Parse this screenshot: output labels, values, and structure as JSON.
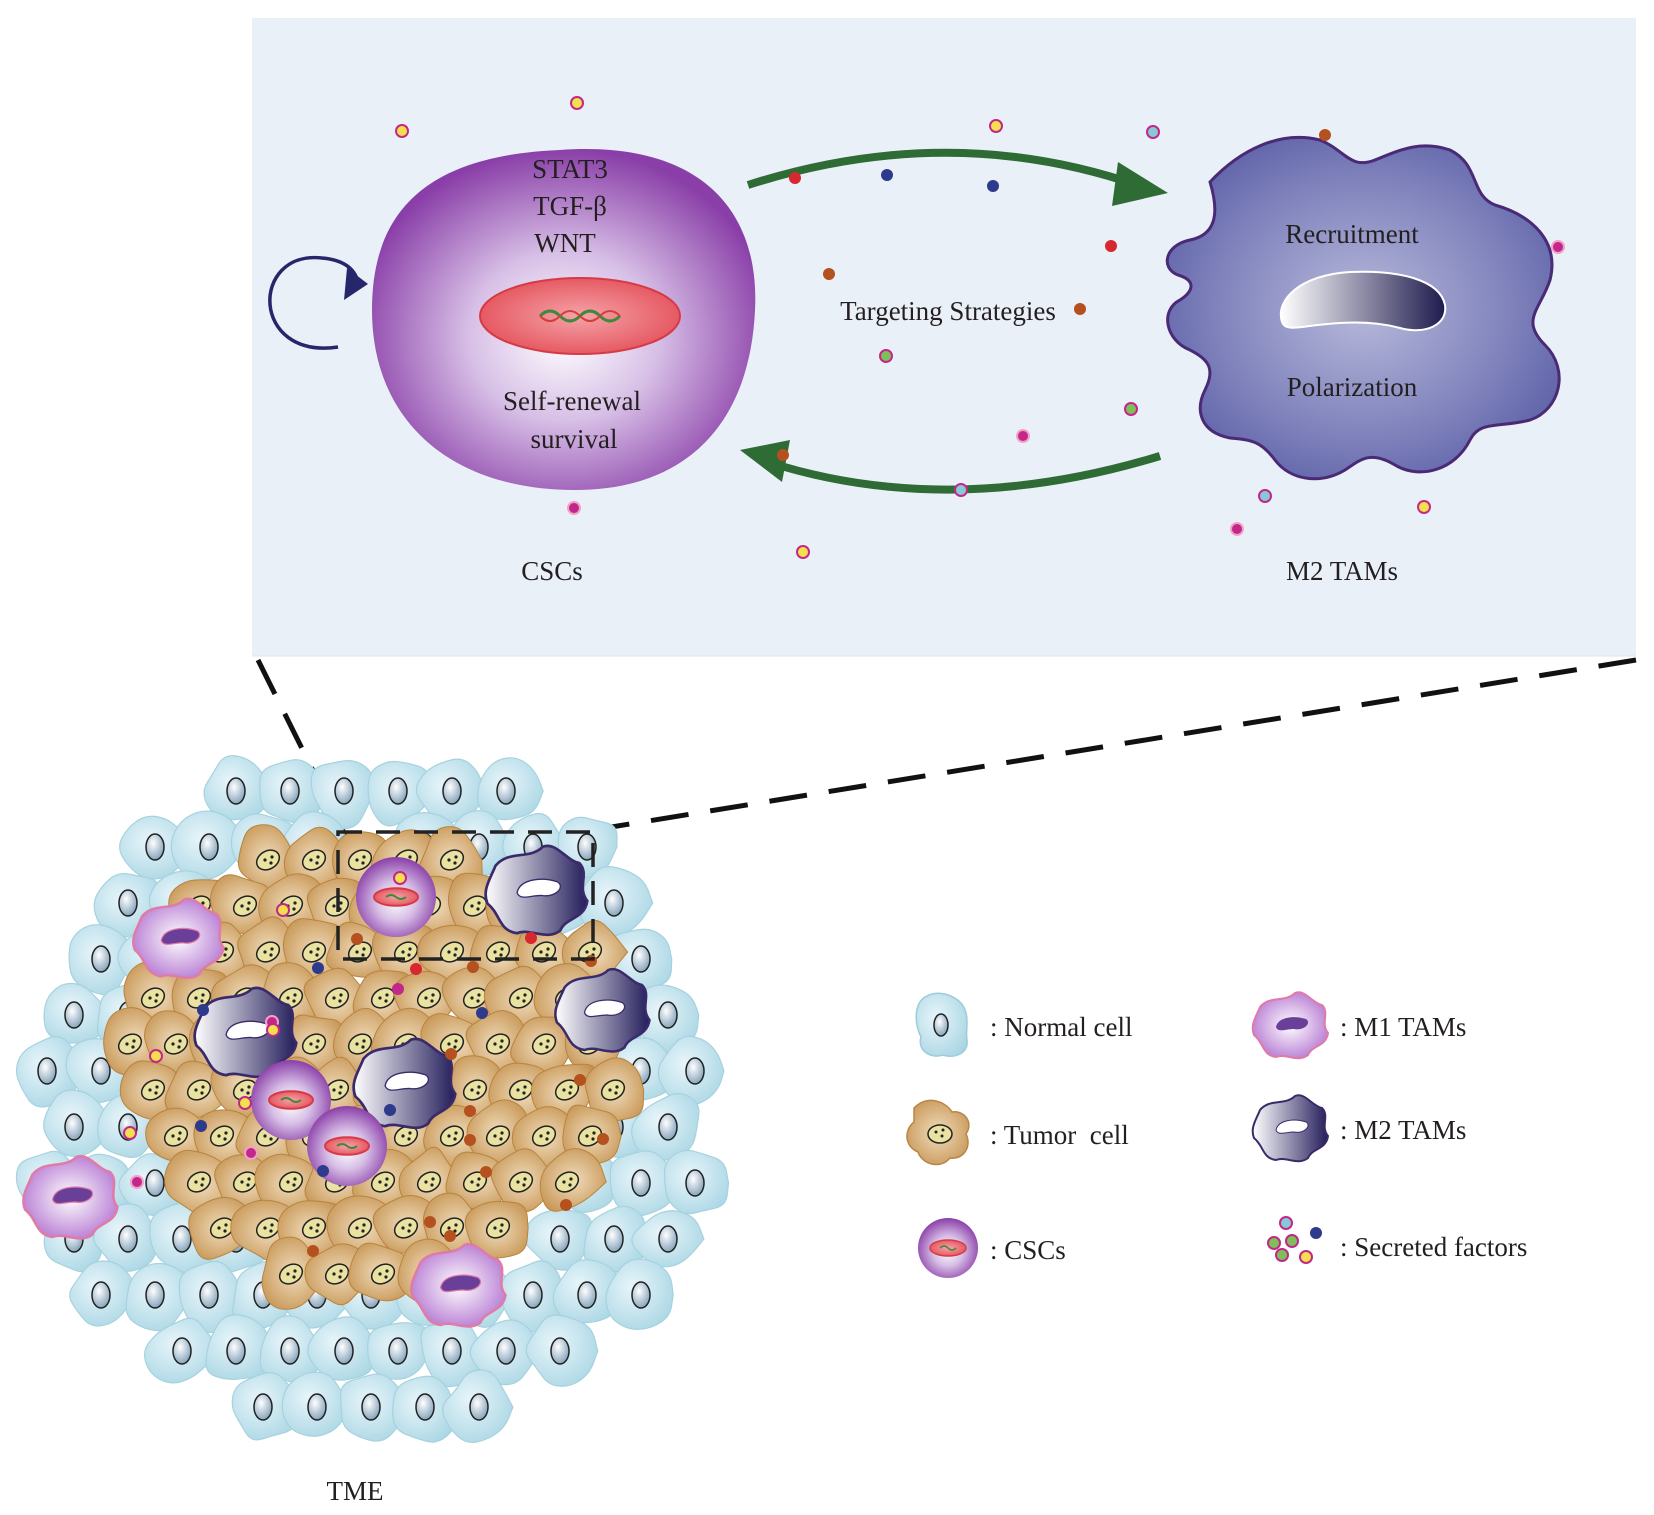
{
  "zoom_panel": {
    "background_color": "#eaf0f8",
    "csc": {
      "pathways": [
        "STAT3",
        "TGF-β",
        "WNT"
      ],
      "functions": [
        "Self-renewal",
        "survival"
      ],
      "caption": "CSCs"
    },
    "center_label": "Targeting Strategies",
    "m2": {
      "top_label": "Recruitment",
      "bottom_label": "Polarization",
      "caption": "M2 TAMs"
    },
    "arrow_color": "#2e6b35"
  },
  "tme": {
    "caption": "TME"
  },
  "legend": {
    "items": [
      {
        "icon": "normal-cell-icon",
        "label": ": Normal cell"
      },
      {
        "icon": "m1-tam-icon",
        "label": ": M1 TAMs"
      },
      {
        "icon": "tumor-cell-icon",
        "label": ": Tumor  cell"
      },
      {
        "icon": "m2-tam-icon",
        "label": ": M2 TAMs"
      },
      {
        "icon": "csc-icon",
        "label": ": CSCs"
      },
      {
        "icon": "secreted-factors-icon",
        "label": ": Secreted factors"
      }
    ]
  },
  "colors": {
    "normal_cell": "#c9e7ef",
    "tumor_cell": "#c89a55",
    "csc": "#9b59b6",
    "m1_tam": "#c9a6d8",
    "m2_tam": "#3f3a7c",
    "factor_red": "#d7282f",
    "factor_navy": "#2e3a8c",
    "factor_brown": "#b5501f",
    "factor_magenta": "#c2278a"
  }
}
